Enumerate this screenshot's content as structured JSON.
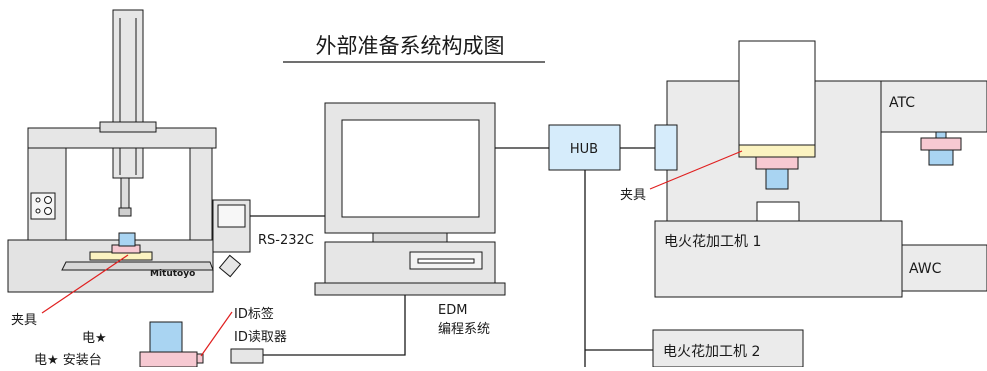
{
  "title": "外部准备系统构成图",
  "labels": {
    "rs232c": "RS-232C",
    "hub": "HUB",
    "atc": "ATC",
    "awc": "AWC",
    "edm1": "电火花加工机 1",
    "edm2": "电火花加工机 2",
    "fixture_left": "夹具",
    "fixture_right": "夹具",
    "edm_line1": "EDM",
    "edm_line2": "编程系统",
    "id_tag": "ID标签",
    "id_reader": "ID读取器",
    "electrode": "电★",
    "electrode_mount": "电★ 安装台",
    "brand": "Mitutoyo"
  },
  "colors": {
    "hub_fill": "#d6ecfb",
    "electrode_fill": "#a9d4f2",
    "mount_fill": "#f7c9d2",
    "machine_fill": "#ebebeb",
    "cmm_fill": "#e3e3e3",
    "fixture_yellow": "#fbf3c1",
    "leader_red": "#e02020"
  }
}
